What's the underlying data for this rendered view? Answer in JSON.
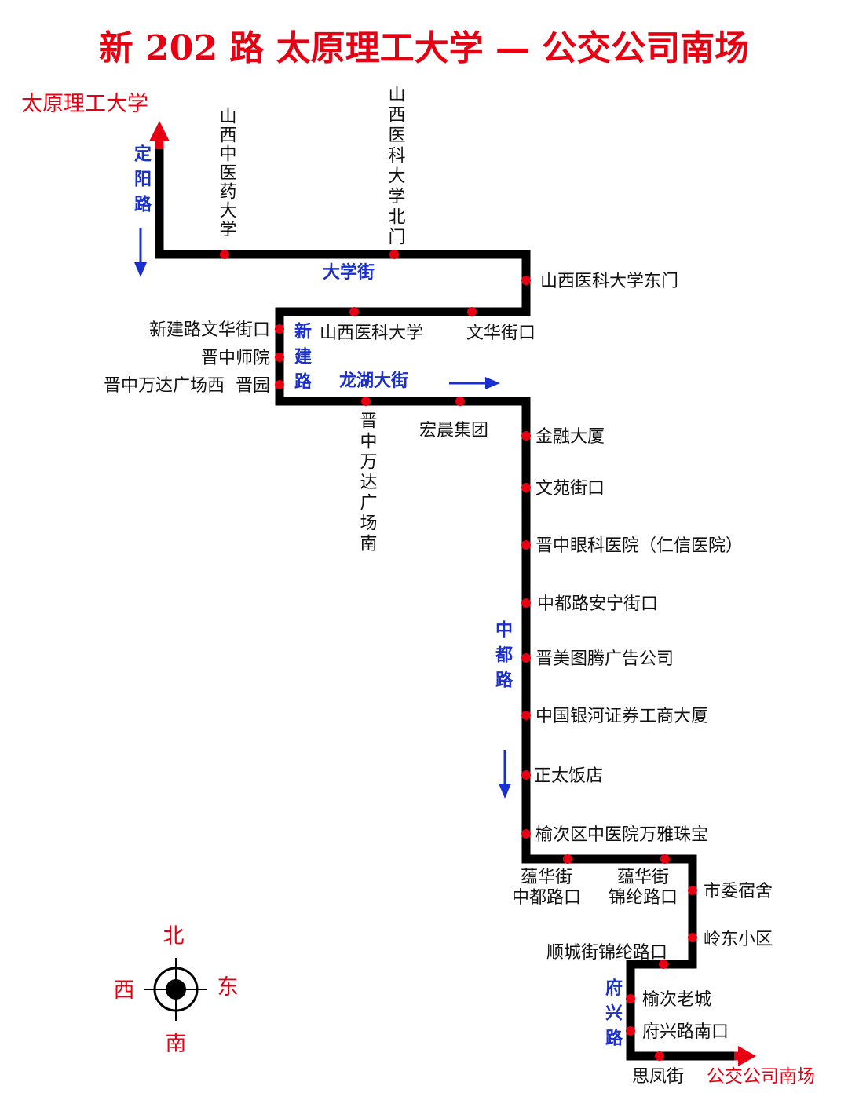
{
  "title": "新 202 路  太原理工大学 — 公交公司南场",
  "terminals": {
    "start": "太原理工大学",
    "end": "公交公司南场"
  },
  "streets": {
    "dingyang": "定阳路",
    "daxue": "大学街",
    "xinjian": "新建路",
    "longhu": "龙湖大街",
    "zhongdu": "中都路",
    "fuxing": "府兴路"
  },
  "stops": {
    "s1": "山西中医药大学",
    "s2": "山西医科大学北门",
    "s3": "山西医科大学东门",
    "s4": "文华街口",
    "s5": "山西医科大学",
    "s6": "新建路文华街口",
    "s7": "晋中师院",
    "s8": "晋中万达广场西  晋园",
    "s9": "晋中万达广场南",
    "s10": "宏晨集团",
    "s11": "金融大厦",
    "s12": "文苑街口",
    "s13": "晋中眼科医院（仁信医院）",
    "s14": "中都路安宁街口",
    "s15": "晋美图腾广告公司",
    "s16": "中国银河证券工商大厦",
    "s17": "正太饭店",
    "s18": "榆次区中医院万雅珠宝",
    "s19a": "蕴华街",
    "s19b": "中都路口",
    "s20a": "蕴华街",
    "s20b": "锦纶路口",
    "s21": "市委宿舍",
    "s22": "岭东小区",
    "s23": "顺城街锦纶路口",
    "s24": "榆次老城",
    "s25": "府兴路南口",
    "s26": "思凤街"
  },
  "compass": {
    "north": "北",
    "south": "南",
    "east": "东",
    "west": "西"
  },
  "colors": {
    "route": "#000000",
    "stop": "#e60012",
    "street_label": "#1a2fd0",
    "accent": "#e60012"
  }
}
